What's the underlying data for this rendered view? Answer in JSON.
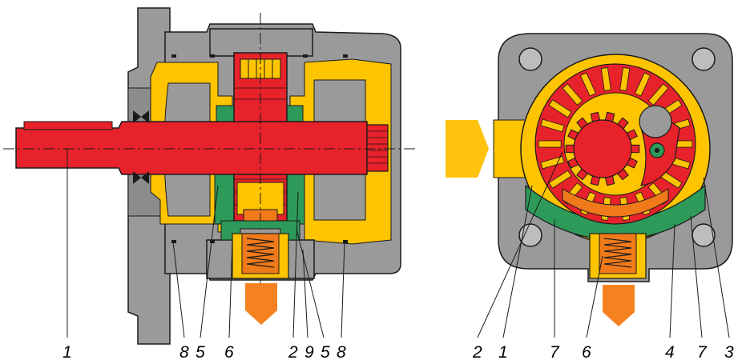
{
  "colors": {
    "housing": "#9a9a9a",
    "housing_dark": "#7c7c7c",
    "outline": "#1a1a1a",
    "oil_yellow": "#ffc400",
    "rotor_red": "#e8222a",
    "seal_green": "#2e9a5a",
    "piston_orange": "#f07a1a",
    "arrow_orange": "#f58220",
    "inlet_yellow": "#ffc20e"
  },
  "labels": {
    "left": [
      "1",
      "8",
      "5",
      "6",
      "2",
      "9",
      "5",
      "8"
    ],
    "right": [
      "2",
      "1",
      "7",
      "6",
      "4",
      "7",
      "3"
    ]
  }
}
